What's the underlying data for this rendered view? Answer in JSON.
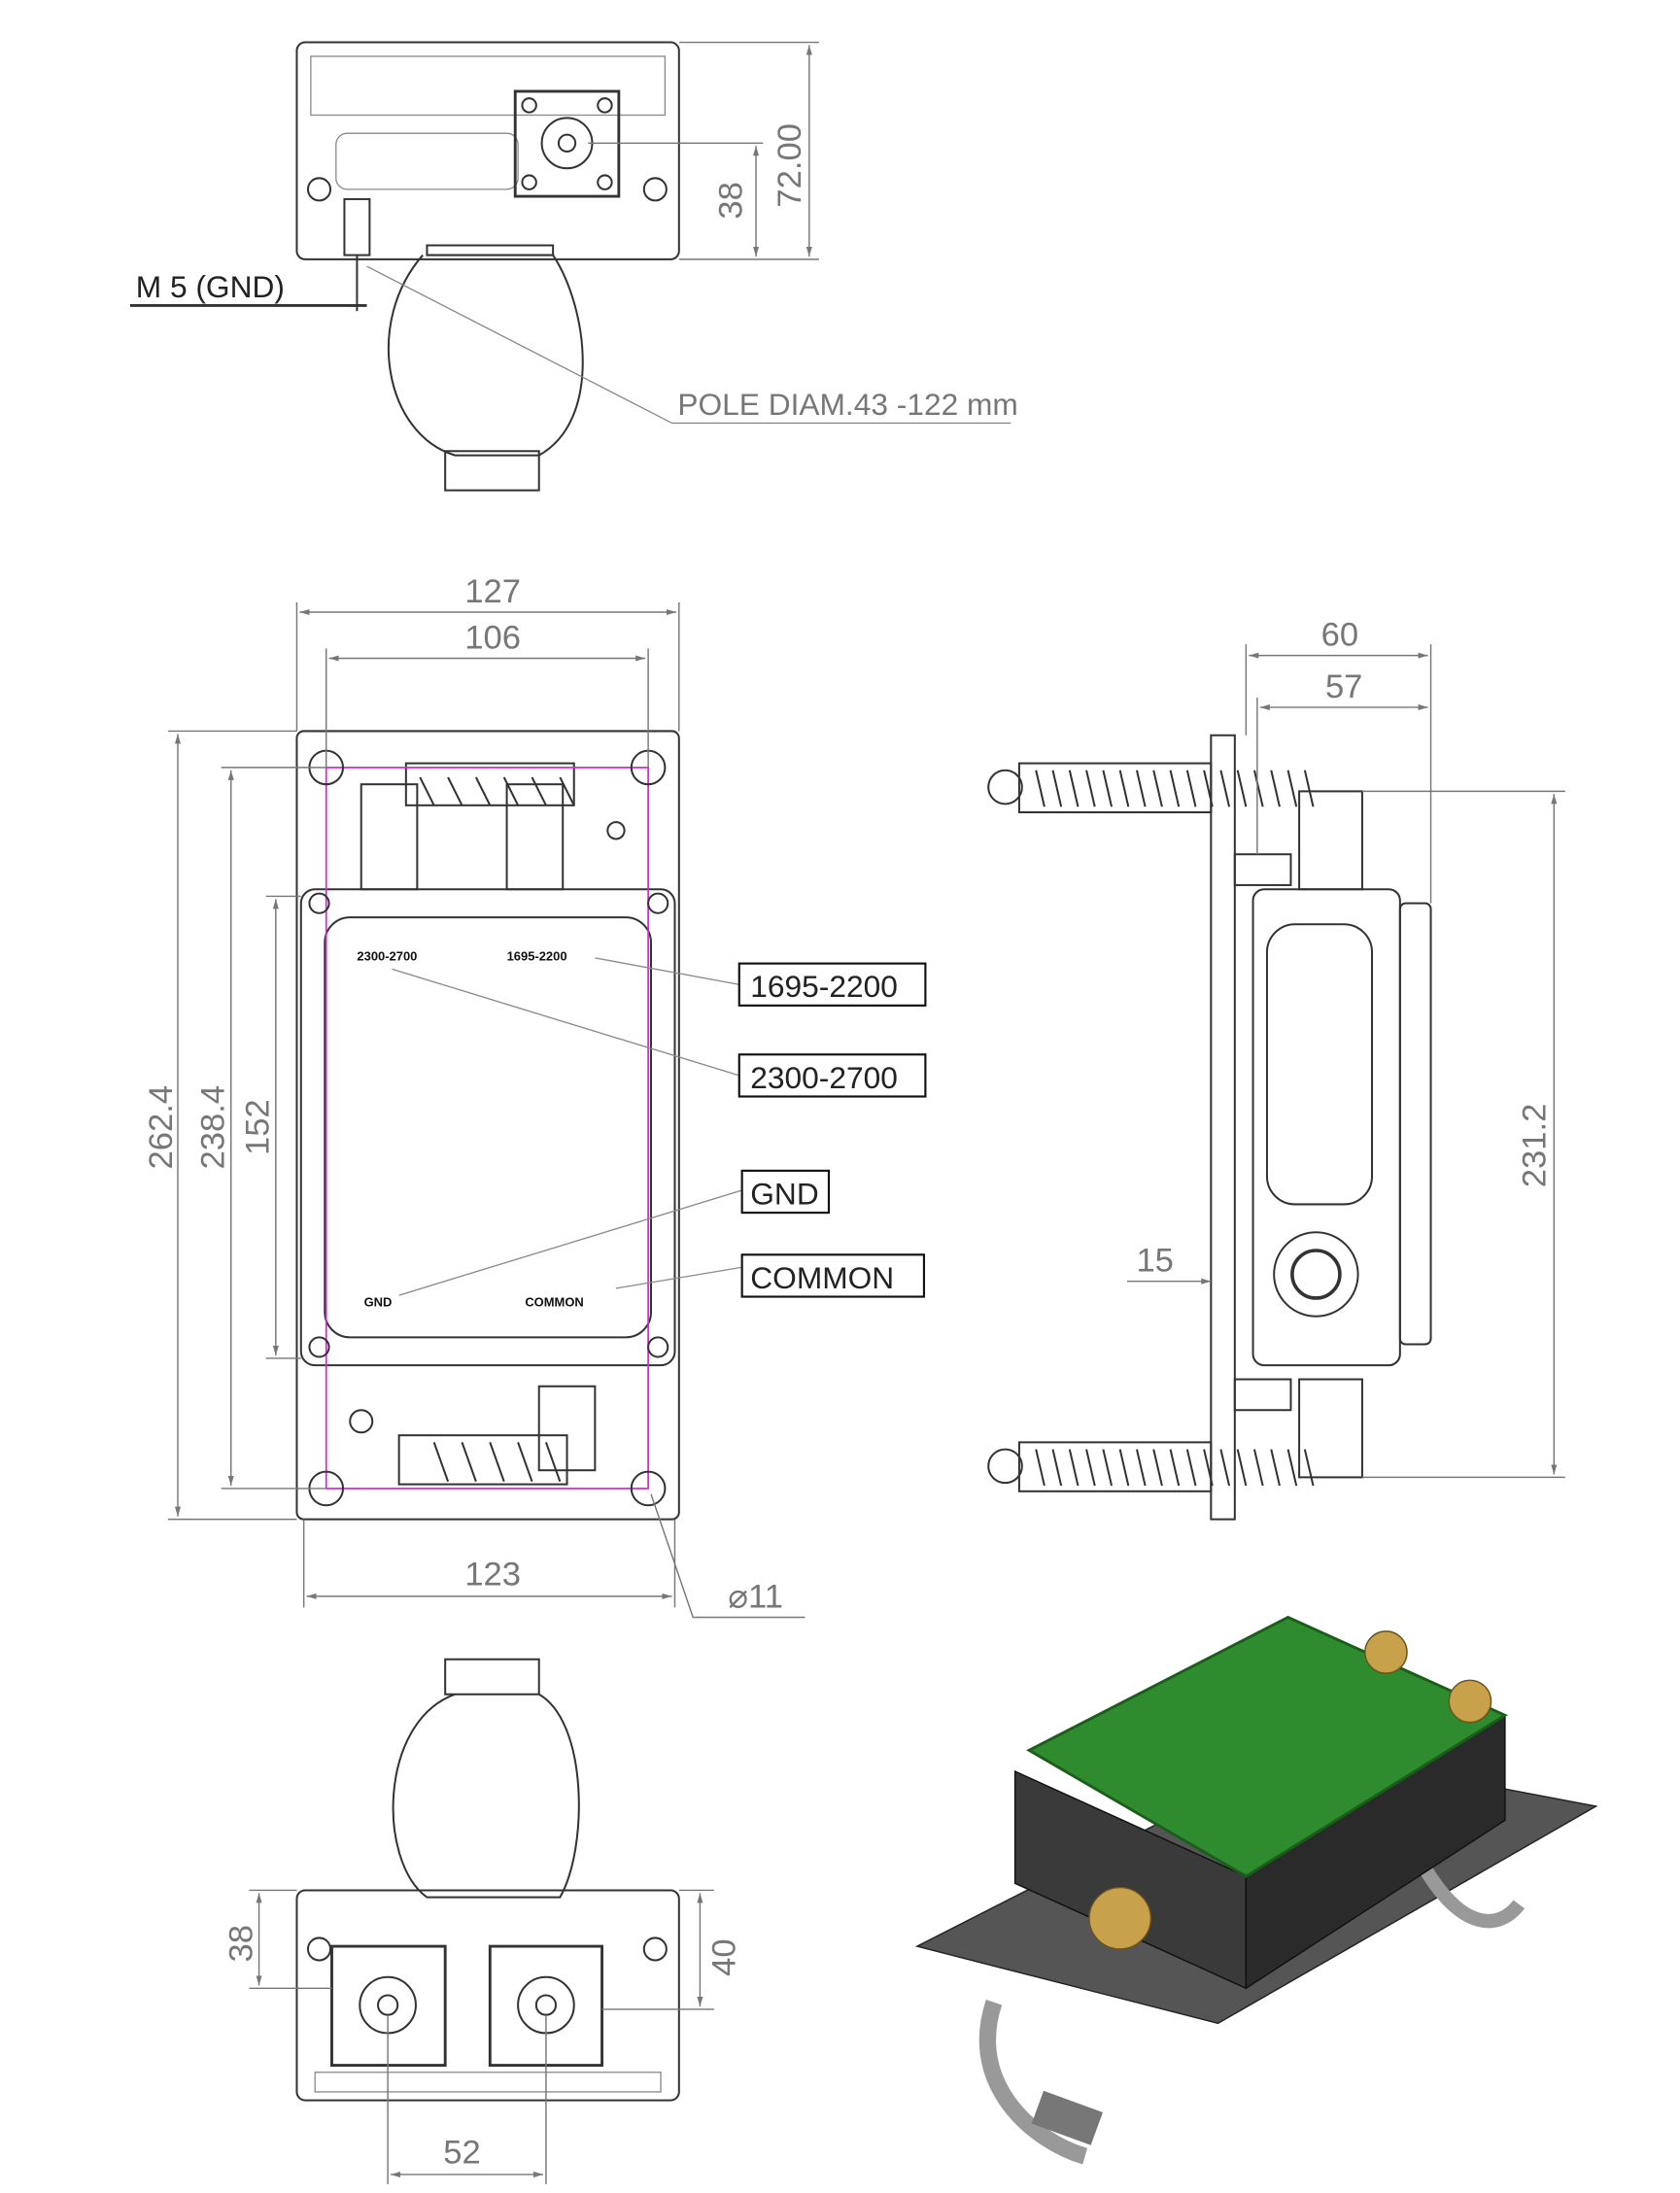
{
  "top_view": {
    "ground_label": "M 5 (GND)",
    "pole_label": "POLE DIAM.43 -122 mm",
    "dim_height": "72.00",
    "dim_connector": "38"
  },
  "front_view": {
    "dim_width_outer": "127",
    "dim_width_inner": "106",
    "dim_width_bottom": "123",
    "dim_height_outer": "262.4",
    "dim_height_holes": "238.4",
    "dim_height_body": "152",
    "dim_hole": "⌀11",
    "lid_labels": {
      "top_left": "2300-2700",
      "top_right": "1695-2200",
      "bottom_left": "GND",
      "bottom_right": "COMMON"
    },
    "callouts": [
      "1695-2200",
      "2300-2700",
      "GND",
      "COMMON"
    ]
  },
  "side_view": {
    "dim_depth_outer": "60",
    "dim_depth_inner": "57",
    "dim_height": "231.2",
    "dim_port": "15"
  },
  "bottom_view": {
    "dim_left": "38",
    "dim_right": "40",
    "dim_spacing": "52"
  },
  "colors": {
    "lid_green": "#2e8b2e",
    "guide_magenta": "#e020e0"
  }
}
